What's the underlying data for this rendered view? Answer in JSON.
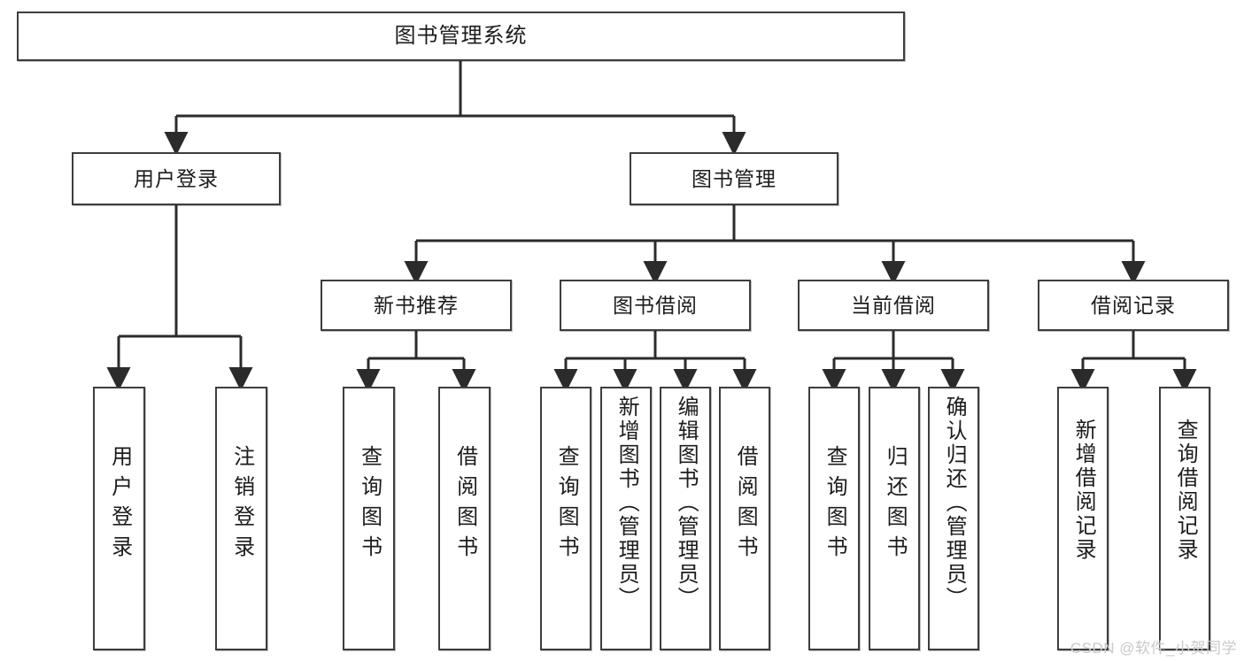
{
  "diagram": {
    "title": "图书管理系统",
    "type": "tree-hierarchy-diagram",
    "watermark": "CSDN @软件_小贺同学",
    "colors": {
      "box_border": "#3d3d3d",
      "box_fill": "#ffffff",
      "connector": "#2b2b2b",
      "text": "#1c1c1c",
      "watermark": "#c9c9c9"
    },
    "root": {
      "label": "图书管理系统"
    },
    "level2": [
      {
        "label": "用户登录"
      },
      {
        "label": "图书管理"
      }
    ],
    "level3": [
      {
        "label": "新书推荐"
      },
      {
        "label": "图书借阅"
      },
      {
        "label": "当前借阅"
      },
      {
        "label": "借阅记录"
      }
    ],
    "leaves": {
      "user_login": [
        {
          "label": "用户登录"
        },
        {
          "label": "注销登录"
        }
      ],
      "new_book": [
        {
          "label": "查询图书"
        },
        {
          "label": "借阅图书"
        }
      ],
      "book_borrow": [
        {
          "label": "查询图书"
        },
        {
          "label": "新增图书（管理员）"
        },
        {
          "label": "编辑图书（管理员）"
        },
        {
          "label": "借阅图书"
        }
      ],
      "current_borrow": [
        {
          "label": "查询图书"
        },
        {
          "label": "归还图书"
        },
        {
          "label": "确认归还（管理员）"
        }
      ],
      "borrow_record": [
        {
          "label": "新增借阅记录"
        },
        {
          "label": "查询借阅记录"
        }
      ]
    }
  }
}
